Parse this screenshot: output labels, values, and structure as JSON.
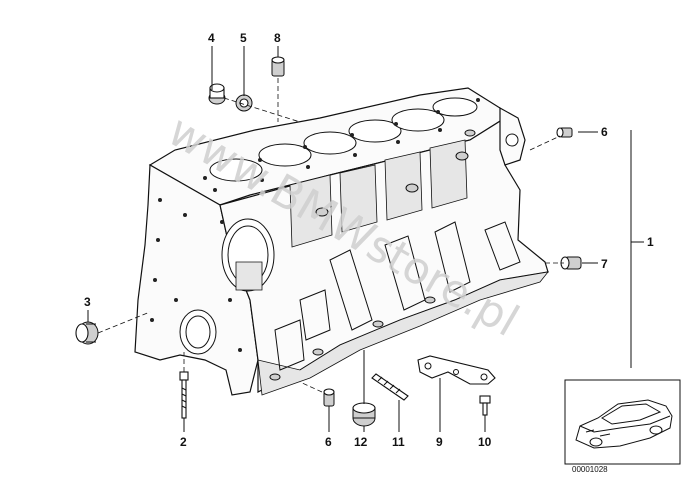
{
  "diagram": {
    "watermark": "www.BMWstore.pl",
    "reference_code": "00001028",
    "callouts": {
      "c1": "1",
      "c2": "2",
      "c3": "3",
      "c4": "4",
      "c5": "5",
      "c6_top": "6",
      "c6_bottom": "6",
      "c7": "7",
      "c8": "8",
      "c9": "9",
      "c10": "10",
      "c11": "11",
      "c12": "12"
    },
    "parts": [
      {
        "key": "c1",
        "icon": "engine-block-icon"
      },
      {
        "key": "c2",
        "icon": "bolt-icon"
      },
      {
        "key": "c3",
        "icon": "sealing-plug-icon"
      },
      {
        "key": "c4",
        "icon": "screw-plug-icon"
      },
      {
        "key": "c5",
        "icon": "gasket-ring-icon"
      },
      {
        "key": "c6",
        "icon": "dowel-sleeve-icon"
      },
      {
        "key": "c7",
        "icon": "dowel-sleeve-icon"
      },
      {
        "key": "c8",
        "icon": "sleeve-icon"
      },
      {
        "key": "c9",
        "icon": "bracket-icon"
      },
      {
        "key": "c10",
        "icon": "hex-bolt-icon"
      },
      {
        "key": "c11",
        "icon": "stud-icon"
      },
      {
        "key": "c12",
        "icon": "cap-plug-icon"
      }
    ]
  }
}
